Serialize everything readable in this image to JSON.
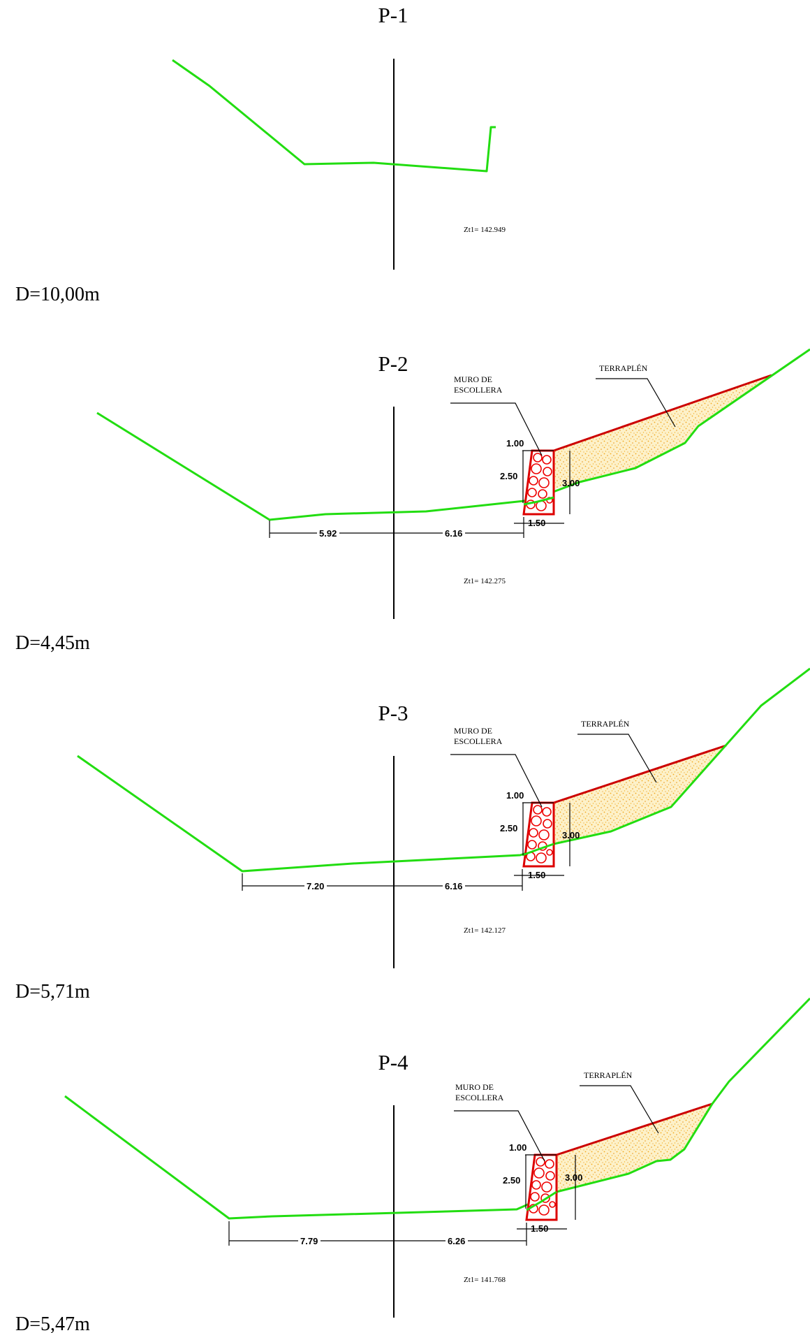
{
  "colors": {
    "ground": "#22dd11",
    "wall": "#dd0000",
    "fill": "#f6c54a",
    "fill_bg": "#fdf1c9",
    "axis": "#000000"
  },
  "sections": [
    {
      "id": "P-1",
      "title": "P-1",
      "zt": "Zt1= 142.949",
      "distance": "D=10,00m"
    },
    {
      "id": "P-2",
      "title": "P-2",
      "zt": "Zt1= 142.275",
      "distance": "D=4,45m",
      "labels": {
        "wall": [
          "MURO DE",
          "ESCOLLERA"
        ],
        "fill": "TERRAPLÉN"
      },
      "dims": {
        "left": "5.92",
        "right": "6.16",
        "top": "1.00",
        "wall_h": "2.50",
        "fill_h": "3.00",
        "base": "1.50"
      }
    },
    {
      "id": "P-3",
      "title": "P-3",
      "zt": "Zt1= 142.127",
      "distance": "D=5,71m",
      "labels": {
        "wall": [
          "MURO DE",
          "ESCOLLERA"
        ],
        "fill": "TERRAPLÉN"
      },
      "dims": {
        "left": "7.20",
        "right": "6.16",
        "top": "1.00",
        "wall_h": "2.50",
        "fill_h": "3.00",
        "base": "1.50"
      }
    },
    {
      "id": "P-4",
      "title": "P-4",
      "zt": "Zt1= 141.768",
      "distance": "D=5,47m",
      "labels": {
        "wall": [
          "MURO DE",
          "ESCOLLERA"
        ],
        "fill": "TERRAPLÉN"
      },
      "dims": {
        "left": "7.79",
        "right": "6.26",
        "top": "1.00",
        "wall_h": "2.50",
        "fill_h": "3.00",
        "base": "1.50"
      }
    }
  ]
}
